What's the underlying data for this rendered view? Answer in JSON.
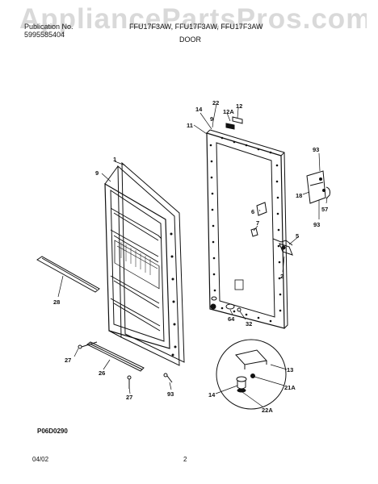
{
  "header": {
    "publication_label": "Publication No.",
    "publication_number": "5995585404",
    "model_text": "FFU17F3AW, FFU17F3AW, FFU17F3AW",
    "section_title": "DOOR",
    "watermark": "AppliancePartsPros.com"
  },
  "diagram": {
    "part_labels": {
      "p1": "1",
      "p9": "9",
      "p28": "28",
      "p27a": "27",
      "p26": "26",
      "p27b": "27",
      "p93a": "93",
      "p14a": "14",
      "p22": "22",
      "p9b": "9",
      "p12a": "12A",
      "p12": "12",
      "p11": "11",
      "p93b": "93",
      "p18": "18",
      "p57": "57",
      "p93c": "93",
      "p6": "6",
      "p7": "7",
      "p5": "5",
      "p2": "2",
      "p64": "64",
      "p32": "32",
      "p13": "13",
      "p21a": "21A",
      "p14b": "14",
      "p22a": "22A"
    },
    "figure_code": "P06D0290"
  },
  "footer": {
    "date": "04/02",
    "page": "2"
  }
}
